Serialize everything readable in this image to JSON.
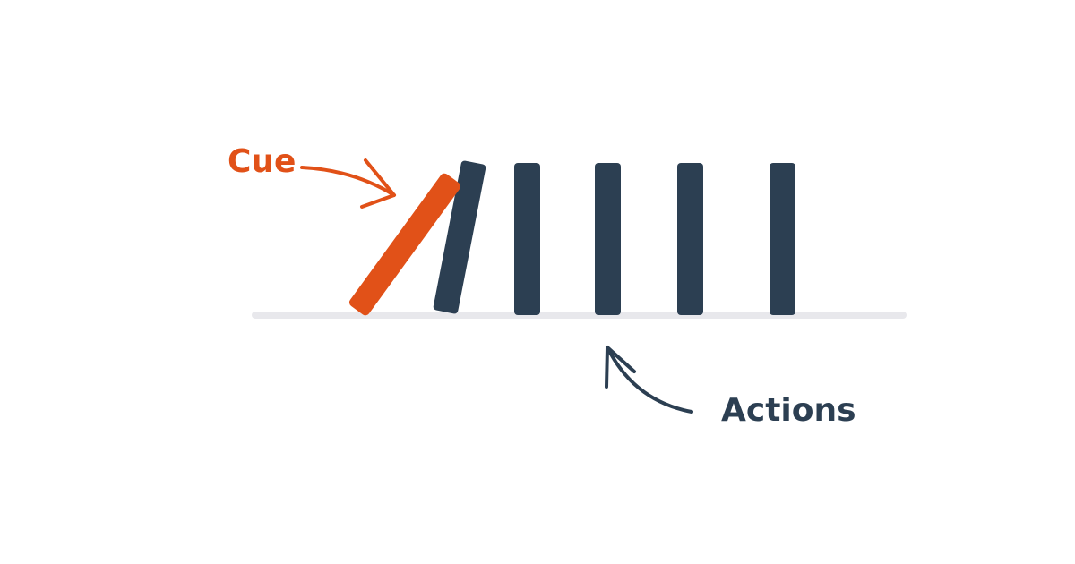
{
  "labels": {
    "cue": "Cue",
    "actions": "Actions"
  },
  "colors": {
    "cue": "#E15118",
    "dominoes": "#2C3F52",
    "ground": "#E8E8EC",
    "background": "#FFFFFF"
  },
  "dominoes": {
    "cue_count": 1,
    "action_count": 5
  }
}
